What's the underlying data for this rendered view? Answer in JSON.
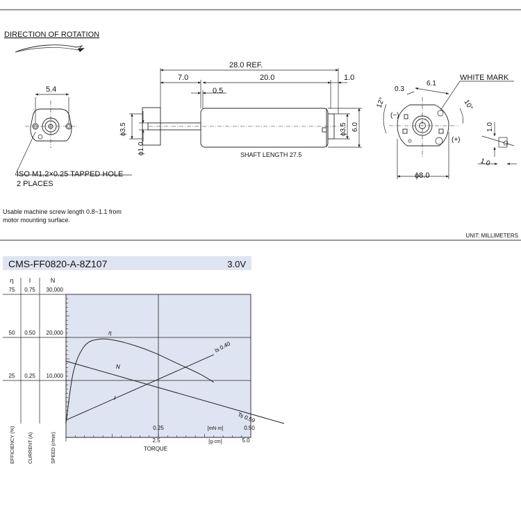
{
  "drawing": {
    "direction_of_rotation": "DIRECTION OF ROTATION",
    "dim_width": "5.4",
    "dim_overall": "28.0 REF.",
    "dim_shaft_ext": "7.0",
    "dim_body": "20.0",
    "dim_end": "1.0",
    "dim_gap": "0.5",
    "dim_dia_shaft_hub": "ϕ3.5",
    "dim_dia_shaft": "ϕ1.0",
    "dim_dia_boss": "ϕ3.5",
    "dim_body_height": "6.0",
    "shaft_length": "SHAFT LENGTH  27.5",
    "tapped_hole_1": "ISO M1.2×0.25 TAPPED HOLE",
    "tapped_hole_2": "2 PLACES",
    "white_mark": "WHITE MARK",
    "dim_03": "0.3",
    "dim_61": "6.1",
    "angle_12": "12°",
    "angle_10": "10°",
    "terminal_neg": "(−)",
    "terminal_pos": "(+)",
    "dim_dia_body": "ϕ8.0",
    "dim_term_1v": "1.0",
    "dim_term_1h": "1.0",
    "note_line1": "Usable machine screw length 0.8~1.1 from",
    "note_line2": "motor mounting surface.",
    "unit": "UNIT: MILLIMETERS"
  },
  "model": {
    "name": "CMS-FF0820-A-8Z107",
    "voltage": "3.0V",
    "header_bg": "#dfe4f2"
  },
  "chart_data": {
    "type": "line",
    "plot_bg": "#dfe4f2",
    "axes": {
      "efficiency": {
        "symbol": "η",
        "label": "EFFICIENCY (%)",
        "ticks": [
          "75",
          "50",
          "25"
        ],
        "range": [
          0,
          75
        ]
      },
      "current": {
        "symbol": "I",
        "label": "CURRENT (A)",
        "ticks": [
          "0.75",
          "0.50",
          "0.25"
        ],
        "range": [
          0,
          0.75
        ]
      },
      "speed": {
        "symbol": "N",
        "label": "SPEED (r/min)",
        "ticks": [
          "30,000",
          "20,000",
          "10,000"
        ],
        "range": [
          0,
          30000
        ]
      },
      "torque_mNm": {
        "ticks": [
          "0.25",
          "0.50"
        ],
        "unit": "[mN·m]",
        "range": [
          0,
          0.5
        ]
      },
      "torque_gcm": {
        "ticks": [
          "2.5",
          "5.0"
        ],
        "unit": "[g·cm]",
        "range": [
          0,
          5.0
        ]
      },
      "xlabel": "TORQUE"
    },
    "series": [
      {
        "name": "η",
        "axis": "efficiency",
        "points": [
          [
            0.0,
            0
          ],
          [
            0.02,
            30
          ],
          [
            0.05,
            45
          ],
          [
            0.09,
            49
          ],
          [
            0.14,
            48
          ],
          [
            0.19,
            45
          ],
          [
            0.24,
            41
          ],
          [
            0.3,
            35
          ],
          [
            0.36,
            29
          ],
          [
            0.4,
            24
          ]
        ]
      },
      {
        "name": "N",
        "axis": "speed",
        "points": [
          [
            0.0,
            14500
          ],
          [
            0.59,
            0
          ]
        ]
      },
      {
        "name": "I",
        "axis": "current",
        "points": [
          [
            0.0,
            0.02
          ],
          [
            0.4,
            0.4
          ]
        ]
      }
    ],
    "annotations": [
      {
        "text": "Is 0.40",
        "series": "I"
      },
      {
        "text": "Ts 0.59",
        "series": "N"
      }
    ]
  }
}
